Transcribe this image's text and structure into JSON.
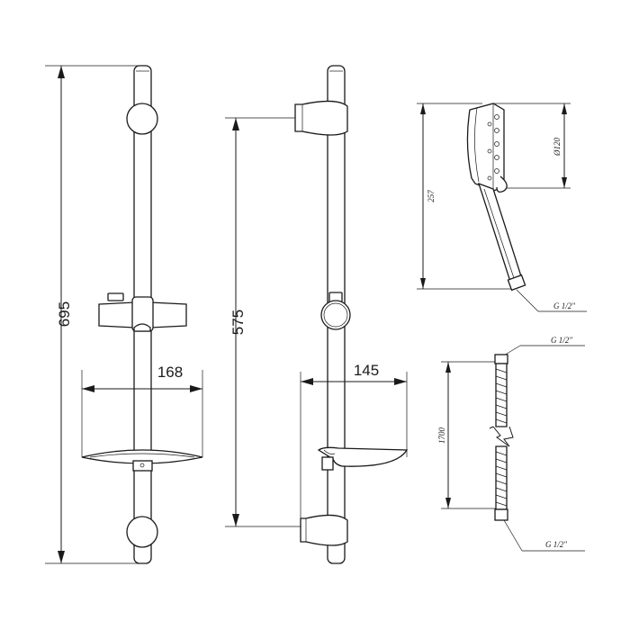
{
  "drawing": {
    "front_view": {
      "height_label": "695",
      "soap_dish_width_label": "168"
    },
    "side_view": {
      "distance_label": "575",
      "soap_dish_depth_label": "145"
    },
    "hand_shower": {
      "length_label": "257",
      "diameter_label": "Ø120",
      "connection_label": "G 1/2\""
    },
    "hose": {
      "length_label": "1700",
      "top_connection_label": "G 1/2\"",
      "bottom_connection_label": "G 1/2\""
    }
  }
}
